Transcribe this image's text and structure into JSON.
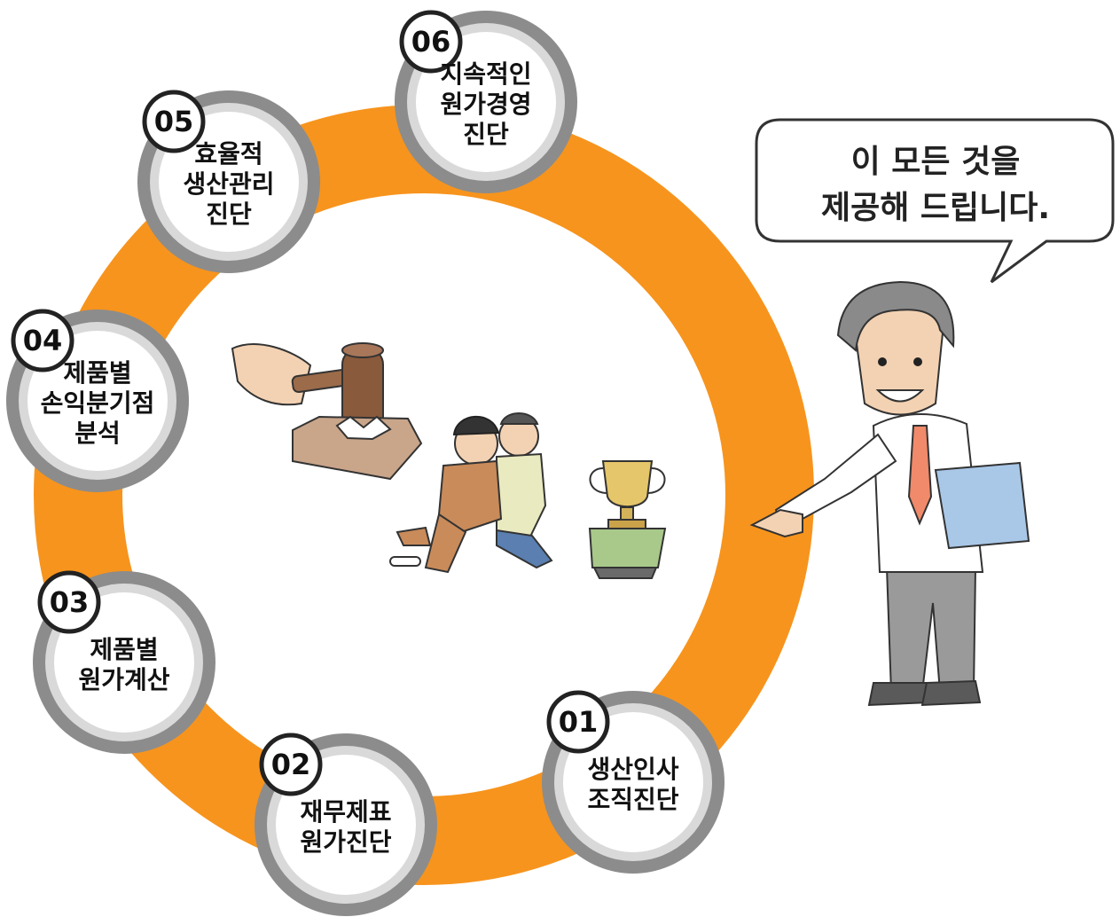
{
  "ring": {
    "color": "#f7941d"
  },
  "steps": [
    {
      "number": "01",
      "lines": [
        "생산인사",
        "조직진단"
      ]
    },
    {
      "number": "02",
      "lines": [
        "재무제표",
        "원가진단"
      ]
    },
    {
      "number": "03",
      "lines": [
        "제품별",
        "원가계산"
      ]
    },
    {
      "number": "04",
      "lines": [
        "제품별",
        "손익분기점",
        "분석"
      ]
    },
    {
      "number": "05",
      "lines": [
        "효율적",
        "생산관리",
        "진단"
      ]
    },
    {
      "number": "06",
      "lines": [
        "지속적인",
        "원가경영",
        "진단"
      ]
    }
  ],
  "speech_bubble": {
    "lines": [
      "이 모든 것을",
      "제공해 드립니다."
    ]
  },
  "illustrations": {
    "center": "gavel-race-trophy-illustration",
    "presenter": "businessman-pointing-illustration"
  }
}
